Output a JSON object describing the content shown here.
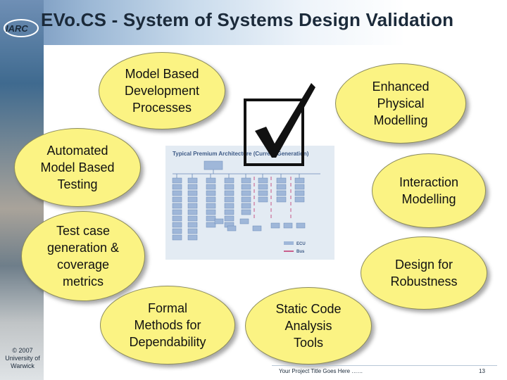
{
  "slide": {
    "title": "EVo.CS - System of Systems Design Validation",
    "logo_text": "IARC",
    "copyright": "© 2007\nUniversity of\nWarwick",
    "footer": "Your Project Title Goes Here ……",
    "page_number": "13"
  },
  "ovals": {
    "model_based": "Model Based\nDevelopment\nProcesses",
    "enhanced_physical": "Enhanced\nPhysical\nModelling",
    "automated_testing": "Automated\nModel Based\nTesting",
    "interaction": "Interaction\nModelling",
    "test_case": "Test case\ngeneration &\ncoverage\nmetrics",
    "robustness": "Design for\nRobustness",
    "formal_methods": "Formal\nMethods for\nDependability",
    "static_code": "Static Code\nAnalysis\nTools"
  },
  "diagram": {
    "heading": "Typical Premium Architecture (Current Generation)",
    "legend_ecu": "ECU",
    "legend_bus": "Bus"
  },
  "colors": {
    "oval_fill": "#fbf383",
    "diagram_box": "#9fb7d9",
    "bus_line": "#c0306a"
  }
}
